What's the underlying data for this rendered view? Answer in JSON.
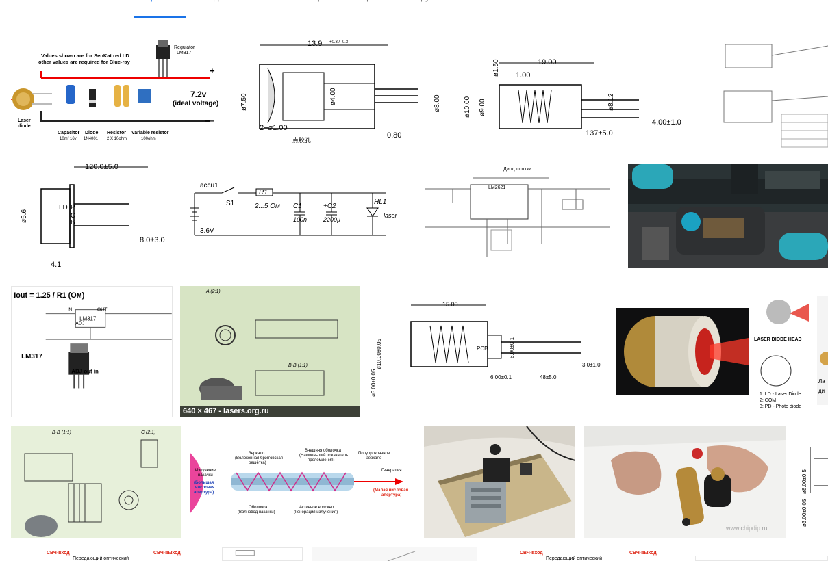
{
  "tabs": {
    "all": "Поиск",
    "images": "Картинки",
    "video": "Видео",
    "news": "Новости",
    "maps": "Карты",
    "more": "Ещё",
    "tools": "Инструменты поиска"
  },
  "tiles": {
    "t1": {
      "note1": "Values shown are for SenKat red LD",
      "note2": "other values are required for Blue-ray",
      "regulator": "Regulator",
      "lm317": "LM317",
      "voltage": "7.2v",
      "voltage_note": "(ideal voltage)",
      "laser": "Laser",
      "diode_word": "diode",
      "cap1": "Capacitor",
      "cap2": "10mf 16v",
      "diode1": "Diode",
      "diode2": "1N4001",
      "res1": "Resistor",
      "res2": "2 X 10ohm",
      "var1": "Variable resistor",
      "var2": "100ohm",
      "plus": "+",
      "minus": "—"
    },
    "t2": {
      "dim_top": "13.9",
      "dim_top_tol": "+0.3 / -0.3",
      "d1": "ø7.50",
      "d2": "ø4.00",
      "d3": "ø8.00",
      "holes": "2−ø1.00",
      "glue": "点胶孔",
      "dim_r": "0.80"
    },
    "t3": {
      "dim_top": "19.00",
      "dim_a": "1.00",
      "dim_b": "ø1.50",
      "d1": "ø10.00",
      "d2": "ø9.00",
      "d3": "ø8.12",
      "len": "137±5.0",
      "tip": "4.00±1.0"
    },
    "t5": {
      "dim_top": "120.0±5.0",
      "dia": "ø5.6",
      "ld": "LD",
      "p": "P",
      "c": "C",
      "b": "B",
      "tip": "8.0±3.0",
      "len": "4.1"
    },
    "t6": {
      "accu": "accu1",
      "s1": "S1",
      "r1": "R1",
      "r1v": "2...5 Ом",
      "c1": "C1",
      "c1v": "100n",
      "c2": "+C2",
      "c2v": "2200µ",
      "hl1": "HL1",
      "laser": "laser",
      "v": "3.6V"
    },
    "t7": {
      "title": "Диод шоттки",
      "chip": "LM2621"
    },
    "t9": {
      "formula": "Iout = 1.25 / R1 (Ом)",
      "in": "IN",
      "out": "OUT",
      "chip": "LM317",
      "adj": "ADJ",
      "name": "LM317",
      "adjout": "ADJ out in"
    },
    "t10": {
      "caption": "640 × 467 - lasers.org.ru",
      "label_a": "A (2:1)",
      "label_b": "B-B (1:1)"
    },
    "t11": {
      "dim_top": "15.00",
      "d1": "ø10.00±0.05",
      "pcb": "PCB",
      "d2": "6.00±0.1",
      "d3": "6.00±0.1",
      "d4": "48±5.0",
      "d5": "3.0±1.0",
      "d6": "ø3.00±0.05"
    },
    "t12": {
      "head": "LASER DIODE HEAD",
      "l1": "1: LD - Laser Diode",
      "l2": "2: COM",
      "l3": "3: PD - Photo diode"
    },
    "t13": {
      "label": "Ла",
      "label2": "ди"
    },
    "t14": {
      "label_b": "B-B (1:1)",
      "label_c": "C (2:1)"
    },
    "t15": {
      "l_emission": "Излучение",
      "l_pump": "накачки",
      "l_big1": "(Большая",
      "l_big2": "числовая",
      "l_big3": "апертура)",
      "mirror1": "Зеркало",
      "mirror2": "(Волоконная брэгговская",
      "mirror3": "решётка)",
      "outer1": "Внешняя оболочка",
      "outer2": "(Наименьший показатель",
      "outer3": "преломления)",
      "semi1": "Полупрозрачное",
      "semi2": "зеркало",
      "gen": "Генерация",
      "small1": "(Малая числовая",
      "small2": "апертура)",
      "shell1": "Оболочка",
      "shell2": "(Волновод накачки)",
      "active1": "Активное волокно",
      "active2": "(Генерация излучения)"
    },
    "t17": {
      "watermark": "www.chipdip.ru"
    },
    "t18": {
      "d1": "ø8.00±0.5",
      "d2": "ø3.00±0.05"
    },
    "b1": {
      "in": "СВЧ-вход",
      "tx": "Передающий оптический",
      "out": "СВЧ-выход"
    },
    "b4": {
      "in": "СВЧ-вход",
      "tx": "Передающий оптический",
      "out": "СВЧ-выход"
    }
  }
}
